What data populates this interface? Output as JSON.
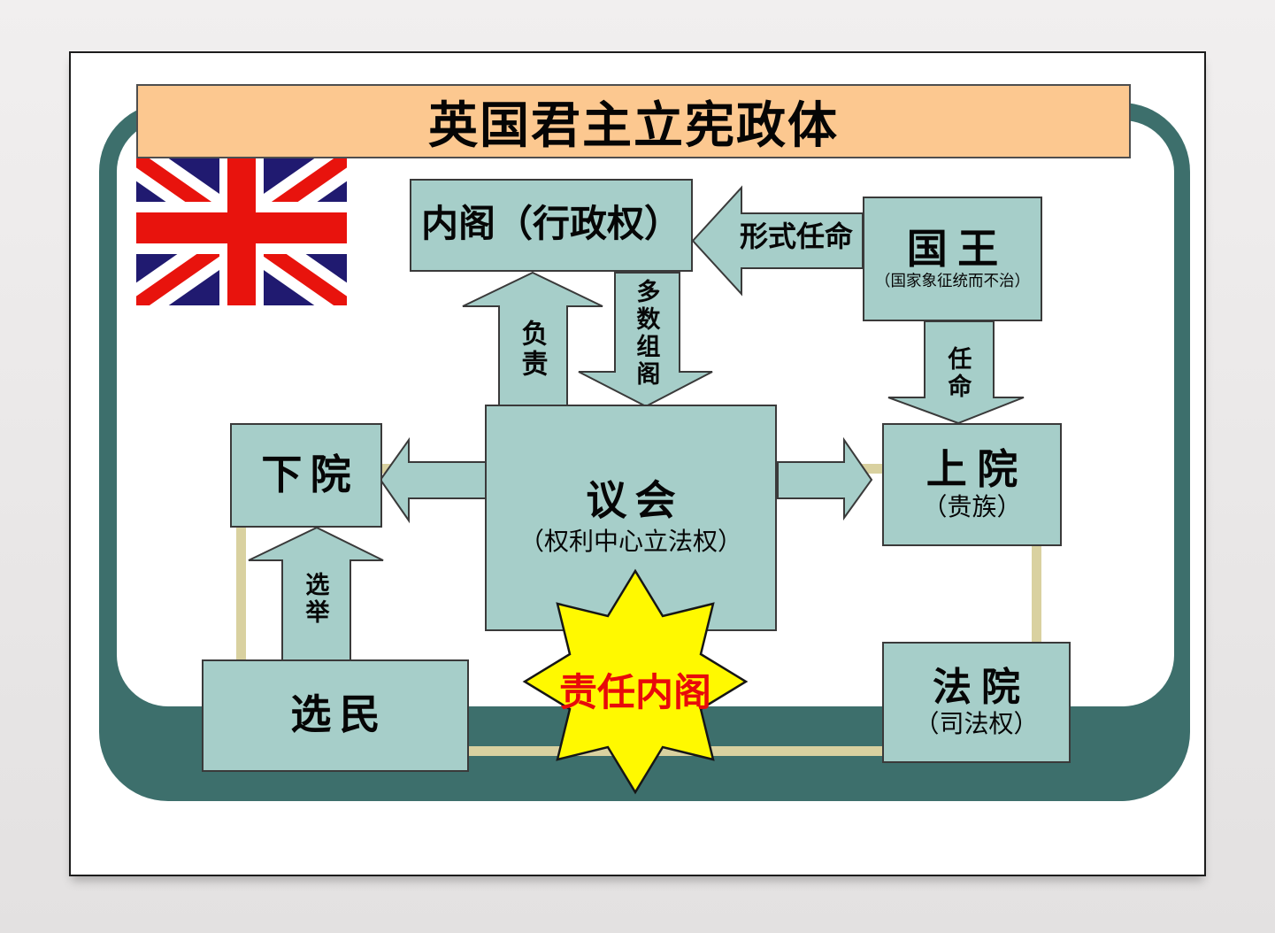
{
  "slide": {
    "title": "英国君主立宪政体"
  },
  "nodes": {
    "cabinet": {
      "label": "内阁（行政权）"
    },
    "king": {
      "label": "国王",
      "sub": "（国家象征统而不治）"
    },
    "parliament": {
      "label": "议会",
      "sub": "（权利中心立法权）"
    },
    "lower_house": {
      "label": "下院"
    },
    "upper_house": {
      "label": "上院",
      "sub": "（贵族）"
    },
    "voters": {
      "label": "选民"
    },
    "court": {
      "label": "法院",
      "sub": "（司法权）"
    }
  },
  "edges": {
    "formal_appointment": {
      "label": "形式任命",
      "from": "国王",
      "to": "内阁"
    },
    "responsible": {
      "label": "负责",
      "from": "议会",
      "to": "内阁"
    },
    "majority_cabinet": {
      "label": "多数组阁",
      "from": "内阁",
      "to": "议会"
    },
    "appointment": {
      "label": "任命",
      "from": "国王",
      "to": "上院"
    },
    "election": {
      "label": "选举",
      "from": "选民",
      "to": "下院"
    }
  },
  "badge": {
    "label": "责任内阁"
  },
  "icons": {
    "flag": "uk-flag"
  },
  "colors": {
    "frame": "#3d6f6c",
    "box_fill": "#a6cec9",
    "box_border": "#3a3a3a",
    "banner_fill": "#fcc890",
    "banner_border": "#4e4e4e",
    "connector": "#d9d1a0",
    "star_fill": "#fff900",
    "star_border": "#161616",
    "star_text": "#e80a0a",
    "title_text": "#050505",
    "flag_blue": "#201a70",
    "flag_red": "#e8130d",
    "flag_white": "#ffffff"
  }
}
